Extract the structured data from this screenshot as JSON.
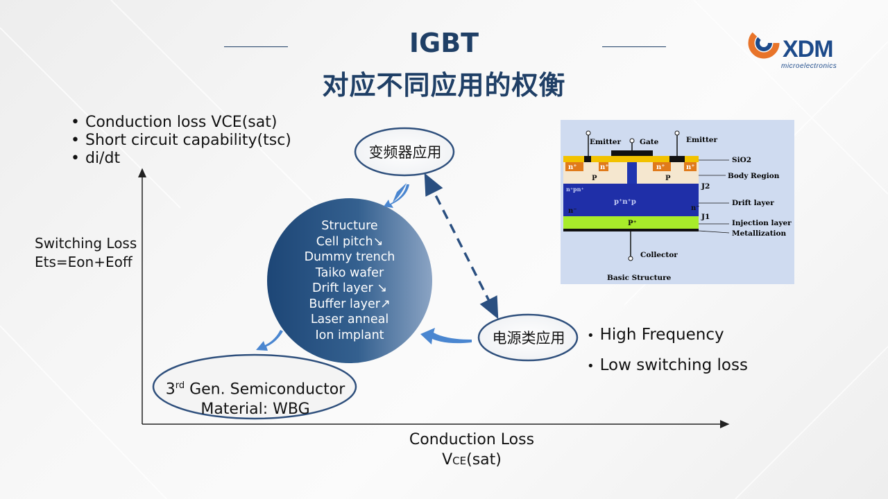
{
  "title": {
    "line1": "IGBT",
    "line2": "对应不同应用的权衡"
  },
  "logo": {
    "name": "XDM",
    "subtitle": "microelectronics"
  },
  "top_left_bullets": [
    "Conduction loss VCE(sat)",
    "Short circuit capability(tsc)",
    "di/dt"
  ],
  "y_axis": {
    "line1": "Switching Loss",
    "line2": "Ets=Eon+Eoff"
  },
  "x_axis": {
    "line1": "Conduction Loss",
    "v_main": "V",
    "v_sub": "CE",
    "v_tail": "(sat)"
  },
  "center_circle": {
    "items": [
      "Structure",
      "Cell pitch↘",
      "Dummy trench",
      "Taiko wafer",
      "Drift layer ↘",
      "Buffer layer↗",
      "Laser anneal",
      "Ion implant"
    ]
  },
  "ovals": {
    "inverter": "变频器应用",
    "power_supply": "电源类应用",
    "wbg_prefix": "3",
    "wbg_sup": "rd",
    "wbg_line1_rest": " Gen. Semiconductor",
    "wbg_line2": "Material: WBG"
  },
  "right_bullets": [
    "High Frequency",
    "Low switching loss"
  ],
  "structure_diagram": {
    "emitter_left": "Emitter",
    "gate": "Gate",
    "emitter_right": "Emitter",
    "sio2": "SiO2",
    "body_region": "Body Region",
    "j2": "J2",
    "drift_layer": "Drift layer",
    "j1": "J1",
    "injection_layer": "Injection layer",
    "metallization": "Metallization",
    "collector": "Collector",
    "caption": "Basic Structure",
    "n_plus_1": "n⁺",
    "p_1": "P",
    "n_plus_2": "n⁺",
    "n_plus_3": "n⁺",
    "p_2": "P",
    "n_plus_4": "n⁺",
    "npn": "n⁺pn⁺",
    "pnp": "p⁺n⁺p",
    "n_minus_left": "n⁻",
    "n_minus_right": "n⁻",
    "p_plus": "P⁺"
  },
  "colors": {
    "title": "#1f3f66",
    "circle_dark": "#1f4a7a",
    "arrow_blue": "#4a86d0",
    "oval_border": "#2e4f7c"
  }
}
